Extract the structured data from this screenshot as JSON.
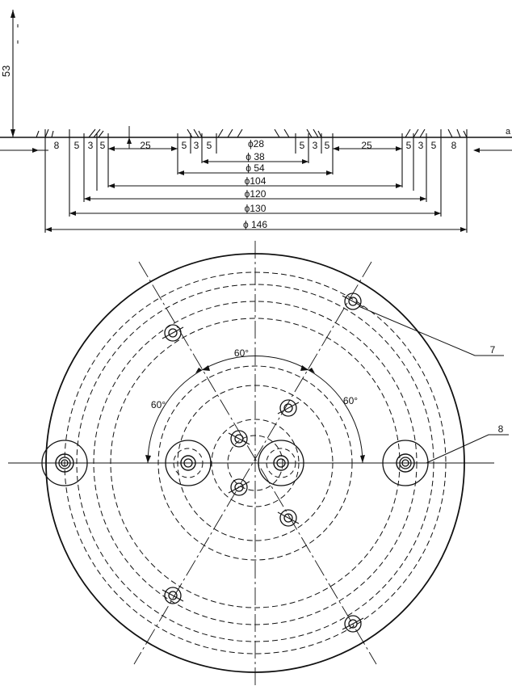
{
  "height_dim": "53",
  "sections": [
    "8",
    "5",
    "3",
    "5",
    "25",
    "5",
    "3",
    "5",
    "ϕ28",
    "5",
    "3",
    "5",
    "25",
    "5",
    "3",
    "5",
    "8"
  ],
  "diameters": [
    "ϕ 38",
    "ϕ 54",
    "ϕ104",
    "ϕ120",
    "ϕ130",
    "ϕ 146"
  ],
  "angles": [
    "60°",
    "60°",
    "60°"
  ],
  "callouts": [
    "7",
    "8"
  ],
  "edge_marks": [
    "a"
  ],
  "colors": {
    "line": "#111111",
    "background": "#ffffff"
  }
}
